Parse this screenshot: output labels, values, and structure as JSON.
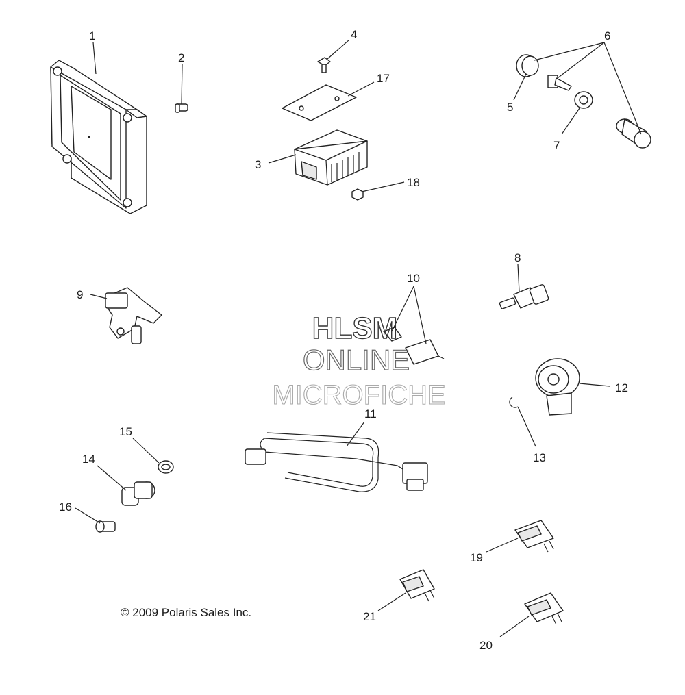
{
  "diagram": {
    "callouts": {
      "c1": "1",
      "c2": "2",
      "c3": "3",
      "c4": "4",
      "c5": "5",
      "c6": "6",
      "c7": "7",
      "c8": "8",
      "c9": "9",
      "c10": "10",
      "c11": "11",
      "c12": "12",
      "c13": "13",
      "c14": "14",
      "c15": "15",
      "c16": "16",
      "c17": "17",
      "c18": "18",
      "c19": "19",
      "c20": "20",
      "c21": "21"
    },
    "copyright": "© 2009 Polaris Sales Inc.",
    "watermark": {
      "line1": "HLSM",
      "line2": "ONLINE",
      "line3": "MICROFICHE"
    }
  }
}
